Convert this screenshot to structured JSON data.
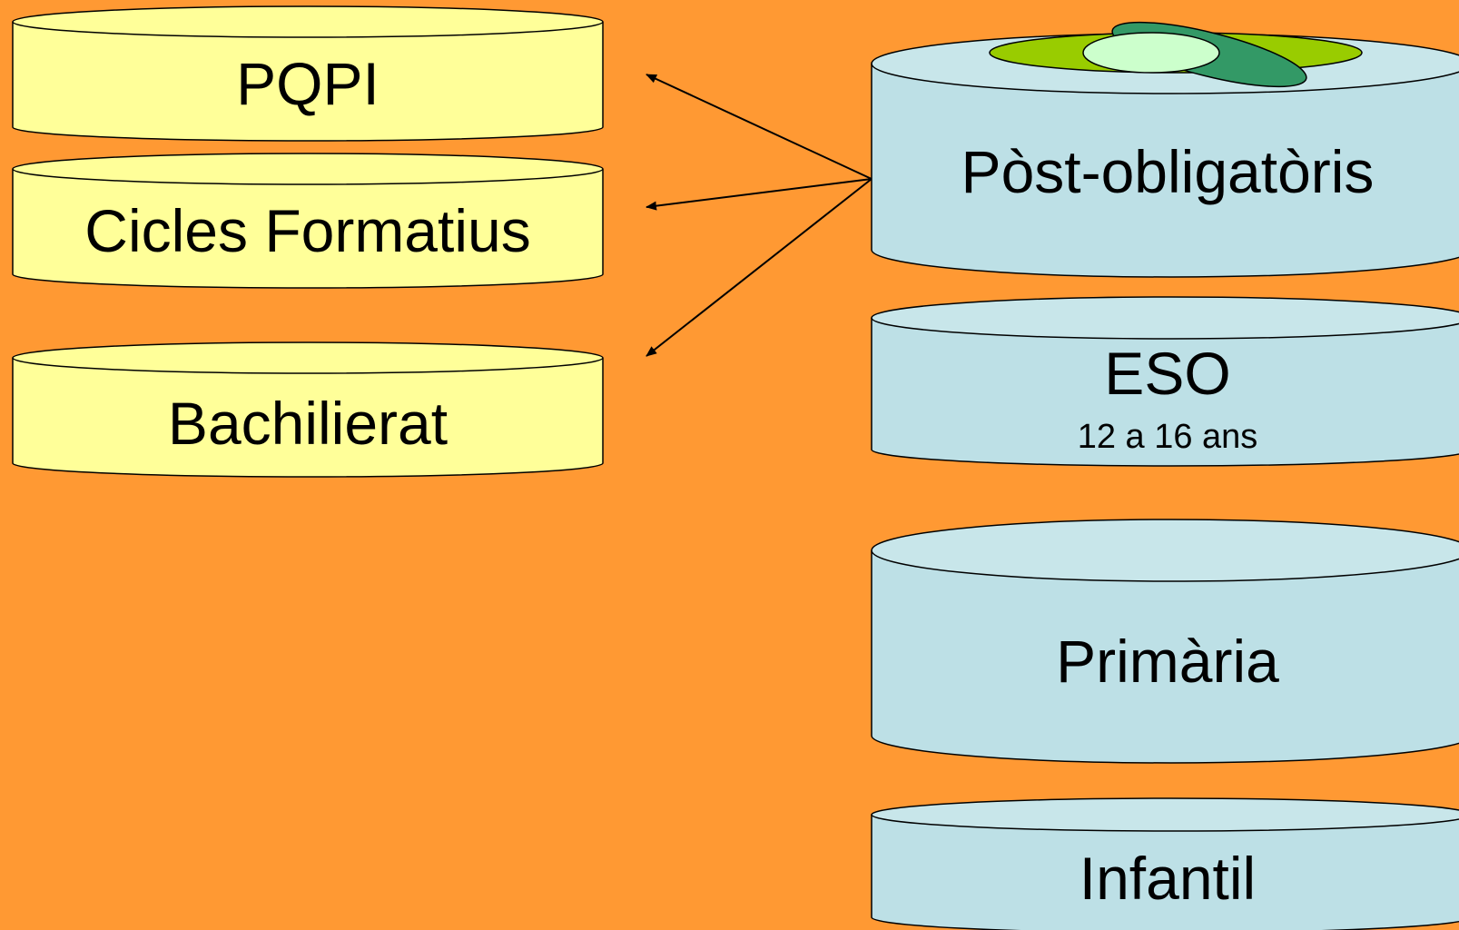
{
  "diagram": {
    "colors": {
      "background": "#FF9933",
      "yellow_cylinder": "#FFFF99",
      "blue_cylinder": "#BDE0E6",
      "blue_cylinder_top": "#C8E6EA",
      "outline": "#000000",
      "arrow": "#000000",
      "disc_outer": "#99CC00",
      "disc_mid": "#339966",
      "disc_inner": "#CCFFCC"
    },
    "left_levels": [
      {
        "label": "PQPI"
      },
      {
        "label": "Cicles Formatius"
      },
      {
        "label": "Bachilierat"
      }
    ],
    "right_levels": [
      {
        "label": "Pòst-obligatòris",
        "sublabel": ""
      },
      {
        "label": "ESO",
        "sublabel": "12 a 16 ans"
      },
      {
        "label": "Primària",
        "sublabel": ""
      },
      {
        "label": "Infantil",
        "sublabel": ""
      }
    ],
    "arrows": [
      {
        "from": "Pòst-obligatòris",
        "to": "PQPI"
      },
      {
        "from": "Pòst-obligatòris",
        "to": "Cicles Formatius"
      },
      {
        "from": "Pòst-obligatòris",
        "to": "Bachilierat"
      }
    ]
  }
}
